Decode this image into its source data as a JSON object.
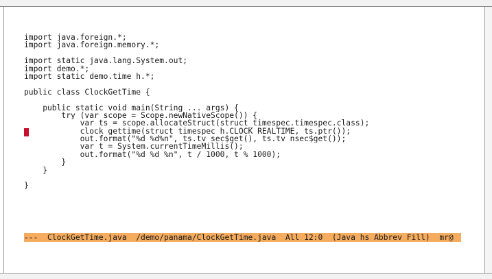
{
  "editor": {
    "code_lines": [
      "import java.foreign.*;",
      "import java.foreign.memory.*;",
      "",
      "import static java.lang.System.out;",
      "import demo.*;",
      "import static demo.time_h.*;",
      "",
      "public class ClockGetTime {",
      "",
      "    public static void main(String ... args) {",
      "        try (var scope = Scope.newNativeScope()) {",
      "            var ts = scope.allocateStruct(struct_timespec.timespec.class);",
      "            clock_gettime(struct_timespec_h.CLOCK_REALTIME, ts.ptr());",
      "            out.format(\"%d %d%n\", ts.tv_sec$get(), ts.tv_nsec$get());",
      "            var t = System.currentTimeMillis();",
      "            out.format(\"%d %d %n\", t / 1000, t % 1000);",
      "        }",
      "    }",
      "",
      "}"
    ],
    "cursor_color": "#c8102e"
  },
  "mode_line": {
    "text": "---  ClockGetTime.java  /demo/panama/ClockGetTime.java  All 12:0  (Java hs Abbrev Fill)  mr@",
    "background": "#f6ac5e"
  }
}
